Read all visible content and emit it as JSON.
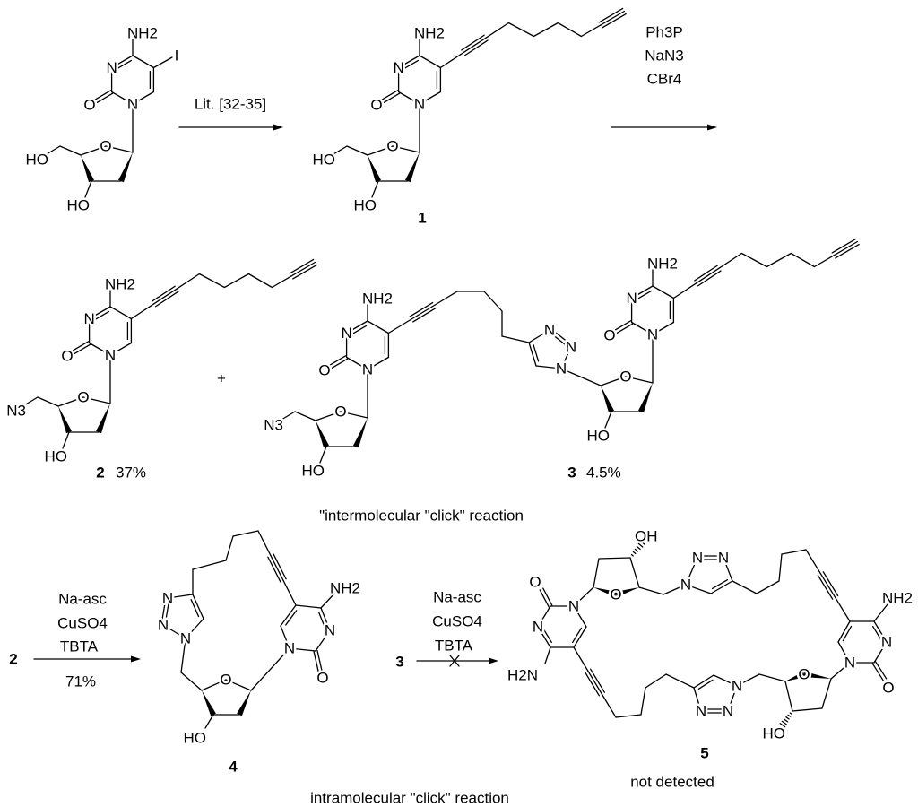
{
  "colors": {
    "ink": "#000000",
    "background": "#ffffff"
  },
  "step1": {
    "reagent": "Lit. [32-35]"
  },
  "step2": {
    "reagents": [
      "Ph3P",
      "NaN3",
      "CBr4"
    ]
  },
  "step3": {
    "substrate": "2",
    "reagents": [
      "Na-asc",
      "CuSO4",
      "TBTA"
    ],
    "yield": "71%"
  },
  "step4": {
    "substrate": "3",
    "reagents": [
      "Na-asc",
      "CuSO4",
      "TBTA"
    ],
    "blocked_mark": "×"
  },
  "captions": {
    "intermolecular": "\"intermolecular \"click\" reaction",
    "intramolecular": "intramolecular \"click\" reaction",
    "plus": "+"
  },
  "compounds": {
    "start": {
      "atoms": {
        "nh2": "NH2",
        "n3": "N",
        "n1": "N",
        "o2": "O",
        "o4": "O",
        "x5": "HO",
        "o3": "HO",
        "sub": "I"
      }
    },
    "c1": {
      "number": "1",
      "atoms": {
        "nh2": "NH2",
        "n3": "N",
        "n1": "N",
        "o2": "O",
        "o4": "O",
        "x5": "HO",
        "o3": "HO"
      }
    },
    "c2": {
      "number": "2",
      "yield": "37%",
      "atoms": {
        "nh2": "NH2",
        "n3": "N",
        "n1": "N",
        "o2": "O",
        "o4": "O",
        "x5": "N3",
        "o3": "HO"
      }
    },
    "c3": {
      "number": "3",
      "yield": "4.5%",
      "left": {
        "nh2": "NH2",
        "n3": "N",
        "n1": "N",
        "o2": "O",
        "o4": "O",
        "x5": "N3",
        "o3": "HO"
      },
      "triazole": {
        "n1": "N",
        "n2": "N",
        "n3": "N"
      },
      "right": {
        "nh2": "NH2",
        "n3": "N",
        "n1": "N",
        "o2": "O",
        "o4": "O",
        "o3": "HO"
      }
    },
    "c4": {
      "number": "4",
      "base": {
        "nh2": "NH2",
        "n3": "N",
        "n1": "N",
        "o2": "O"
      },
      "sugar": {
        "o4": "O",
        "o3": "HO"
      },
      "triazole": {
        "n1": "N",
        "n2": "N",
        "n3": "N"
      }
    },
    "c5": {
      "number": "5",
      "status": "not detected",
      "left": {
        "nh2": "H2N",
        "n3": "N",
        "n1": "N",
        "o2": "O",
        "o4": "O",
        "o3": "OH"
      },
      "triazole_top": {
        "n1": "N",
        "n2": "N",
        "n3": "N"
      },
      "right": {
        "nh2": "NH2",
        "n3": "N",
        "n1": "N",
        "o2": "O",
        "o4": "O",
        "o3": "HO"
      },
      "triazole_bottom": {
        "n1": "N",
        "n2": "N",
        "n3": "N"
      }
    }
  }
}
